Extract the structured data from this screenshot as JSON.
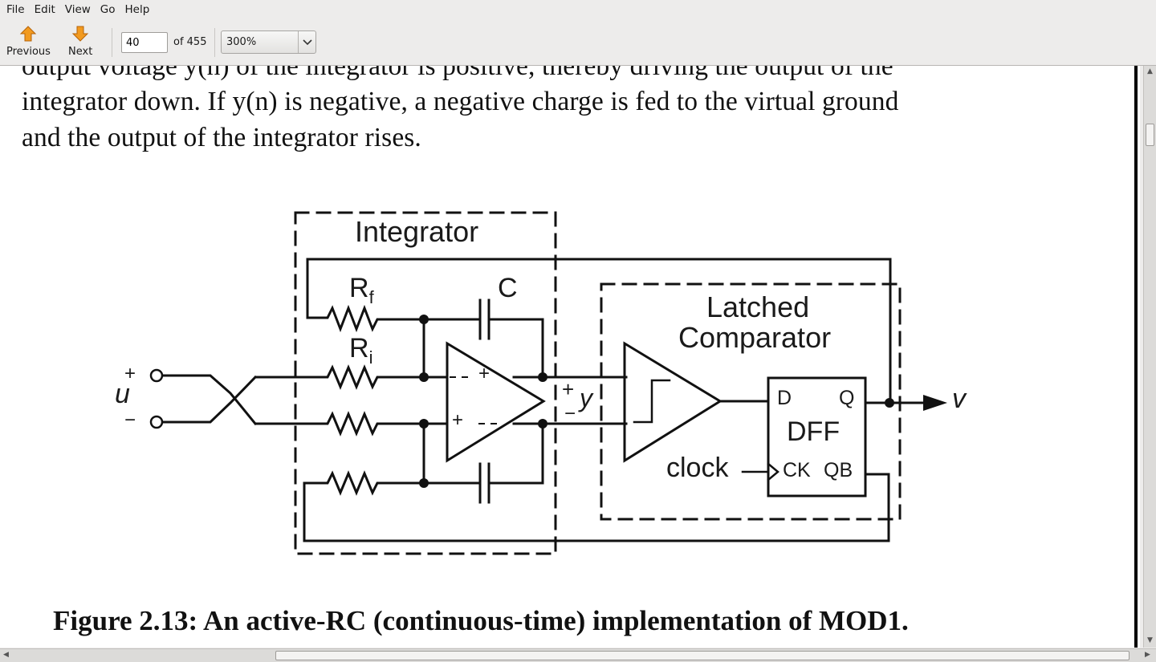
{
  "menu": {
    "file": "File",
    "edit": "Edit",
    "view": "View",
    "go": "Go",
    "help": "Help"
  },
  "toolbar": {
    "previous_label": "Previous",
    "next_label": "Next",
    "page_value": "40",
    "page_total": "of 455",
    "zoom_value": "300%"
  },
  "document": {
    "line_partial": "output voltage y(n) of the integrator is positive, thereby driving the output of the",
    "line1": "integrator down. If y(n) is negative, a negative charge is fed to the virtual ground",
    "line2": "and the output of the integrator rises.",
    "caption": "Figure 2.13:  An active-RC (continuous-time) implementation of MOD1."
  },
  "figure": {
    "integrator_label": "Integrator",
    "rf_label": "R",
    "rf_sub": "f",
    "ri_label": "R",
    "ri_sub": "i",
    "c_label": "C",
    "comparator_label_1": "Latched",
    "comparator_label_2": "Comparator",
    "dff_label": "DFF",
    "d_label": "D",
    "q_label": "Q",
    "ck_label": "CK",
    "qb_label": "QB",
    "clock_label": "clock",
    "input_label": "u",
    "output_label": "v",
    "y_label": "y",
    "plus": "+",
    "minus": "−"
  },
  "colors": {
    "arrow_orange": "#f29a1f",
    "window_bg": "#edeceb",
    "page_bg": "#ffffff"
  }
}
